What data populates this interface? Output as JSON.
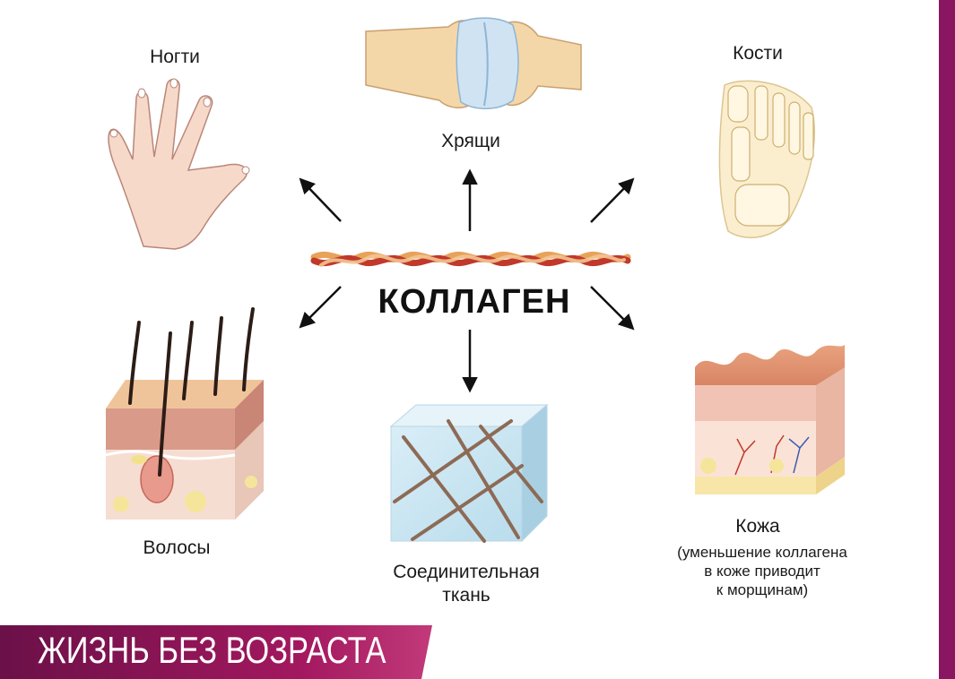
{
  "center": {
    "title": "КОЛЛАГЕН"
  },
  "labels": {
    "nails": "Ногти",
    "cartilage": "Хрящи",
    "bones": "Кости",
    "hair": "Волосы",
    "connective_line1": "Соединительная",
    "connective_line2": "ткань",
    "skin": "Кожа",
    "skin_note_line1": "(уменьшение коллагена",
    "skin_note_line2": "в коже приводит",
    "skin_note_line3": "к морщинам)"
  },
  "banner": {
    "text": "ЖИЗНЬ БЕЗ ВОЗРАСТА"
  },
  "colors": {
    "accent": "#8a1560",
    "collagen_red": "#c0392b",
    "collagen_orange": "#e8a25a"
  }
}
